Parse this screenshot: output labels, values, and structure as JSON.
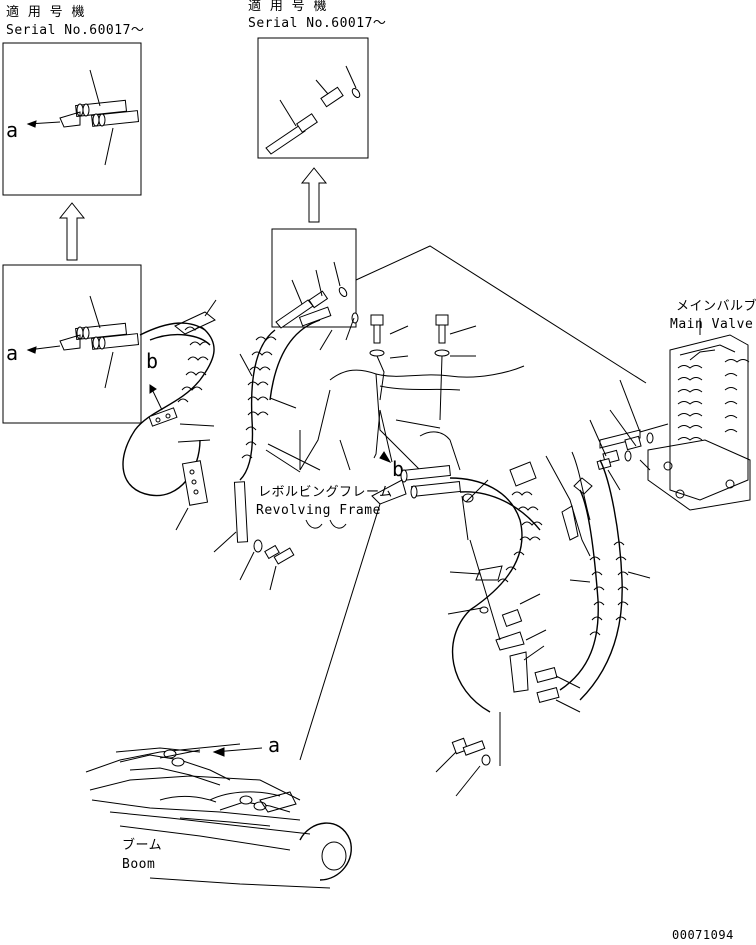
{
  "labels": {
    "applicable_left": "適 用 号 機",
    "serial_left": "Serial No.60017～",
    "applicable_center": "適 用 号 機",
    "serial_center": "Serial No.60017～",
    "main_valve_jp": "メインバルブ",
    "main_valve_en": "Main Valve",
    "frame_jp": "レボルビングフレーム",
    "frame_en": "Revolving Frame",
    "boom_jp": "ブーム",
    "boom_en": "Boom",
    "ref_a": "a",
    "ref_b": "b",
    "drawing_number": "00071094"
  }
}
